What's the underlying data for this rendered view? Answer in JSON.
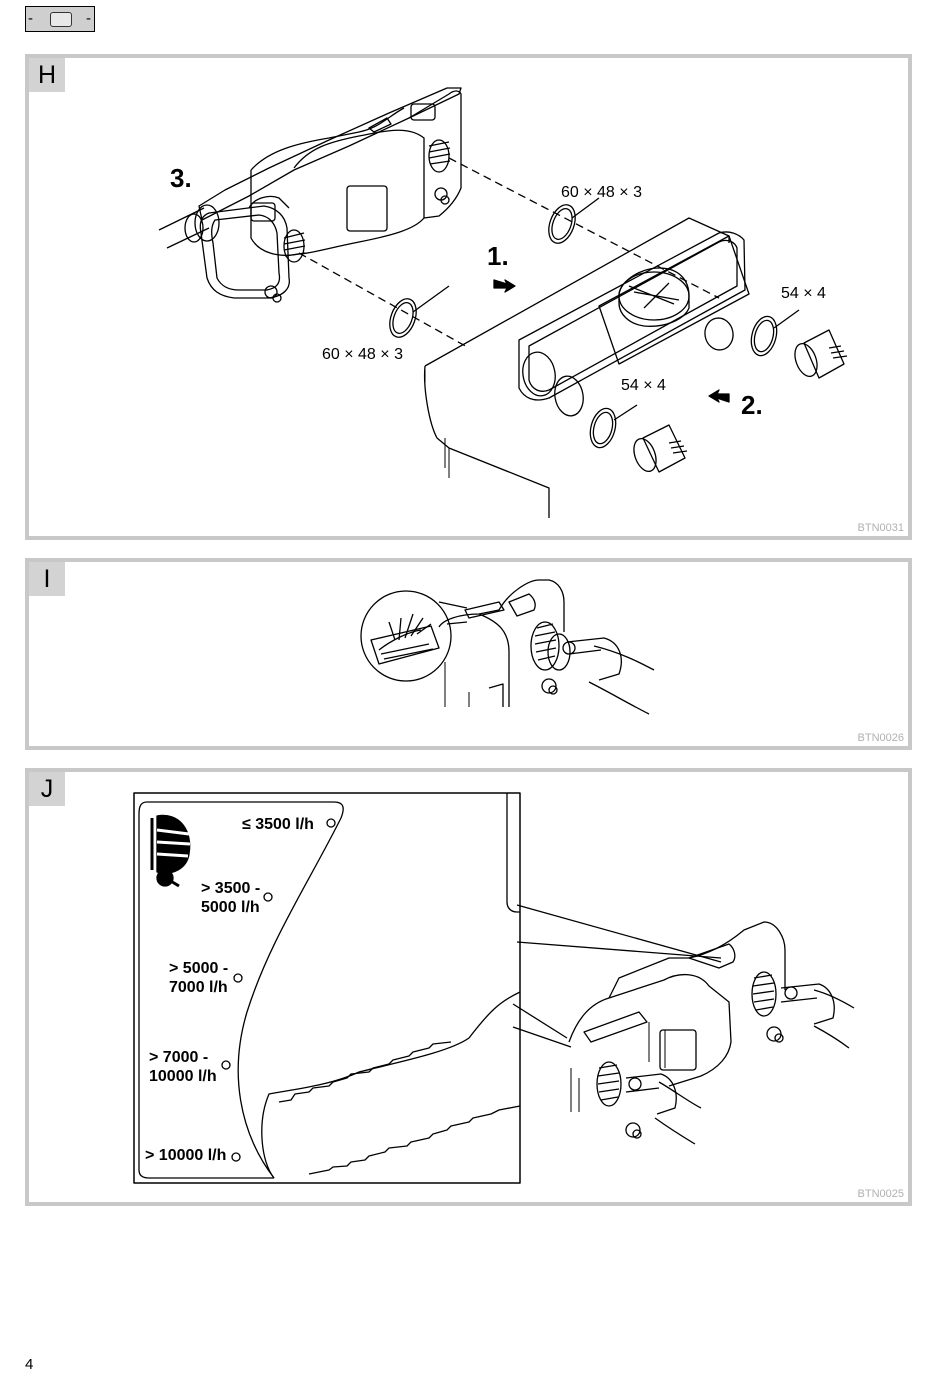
{
  "top_tab": {
    "left_dash": "-",
    "right_dash": "-"
  },
  "panels": {
    "h": {
      "letter": "H",
      "code": "BTN0031",
      "step1": "1.",
      "step2": "2.",
      "step3": "3.",
      "ring_upper": "60 × 48 × 3",
      "ring_lower": "60 × 48 × 3",
      "ring_right_top": "54 × 4",
      "ring_right_bottom": "54 × 4"
    },
    "i": {
      "letter": "I",
      "code": "BTN0026"
    },
    "j": {
      "letter": "J",
      "code": "BTN0025",
      "flow_1": "≤ 3500 l/h",
      "flow_2a": "> 3500 -",
      "flow_2b": "5000 l/h",
      "flow_3a": "> 5000 -",
      "flow_3b": "7000 l/h",
      "flow_4a": "> 7000 -",
      "flow_4b": "10000 l/h",
      "flow_5": "> 10000 l/h"
    }
  },
  "page_number": "4"
}
